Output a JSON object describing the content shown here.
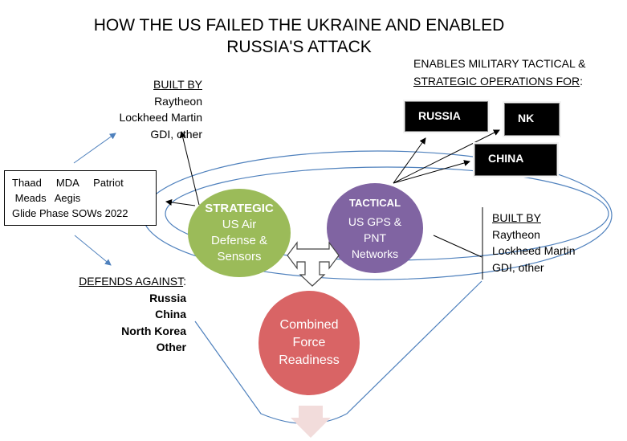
{
  "title_lines": [
    "HOW THE US FAILED THE UKRAINE AND ENABLED",
    "RUSSIA'S ATTACK"
  ],
  "built_by_left": {
    "heading": "BUILT BY",
    "items": [
      "Raytheon",
      "Lockheed Martin",
      "GDI, other"
    ]
  },
  "systems_box": {
    "line1": "Thaad     MDA     Patriot",
    "line2": " Meads   Aegis",
    "line3": "Glide Phase SOWs 2022"
  },
  "defends_against": {
    "heading": "DEFENDS  AGAINST",
    "colon": ":",
    "items": [
      "Russia",
      "China",
      "North Korea",
      "Other"
    ]
  },
  "strategic": {
    "heading": "STRATEGIC",
    "lines": [
      "US Air",
      "Defense &",
      "Sensors"
    ]
  },
  "tactical": {
    "heading": "TACTICAL",
    "lines": [
      "US GPS &",
      "PNT",
      "Networks"
    ]
  },
  "combined": {
    "lines": [
      "Combined",
      "Force",
      "Readiness"
    ]
  },
  "enables": {
    "line1": "ENABLES MILITARY TACTICAL &",
    "line2": "STRATEGIC OPERATIONS FOR",
    "colon": ":"
  },
  "targets": [
    "RUSSIA",
    "NK",
    "CHINA"
  ],
  "built_by_right": {
    "heading": "BUILT BY",
    "items": [
      "Raytheon",
      "Lockheed Martin",
      "GDI, other"
    ]
  },
  "colors": {
    "green": "#9bbb59",
    "purple": "#8064a2",
    "red": "#d96465",
    "line_blue": "#4f81bd",
    "pink_arrow": "#f2dcdb"
  }
}
